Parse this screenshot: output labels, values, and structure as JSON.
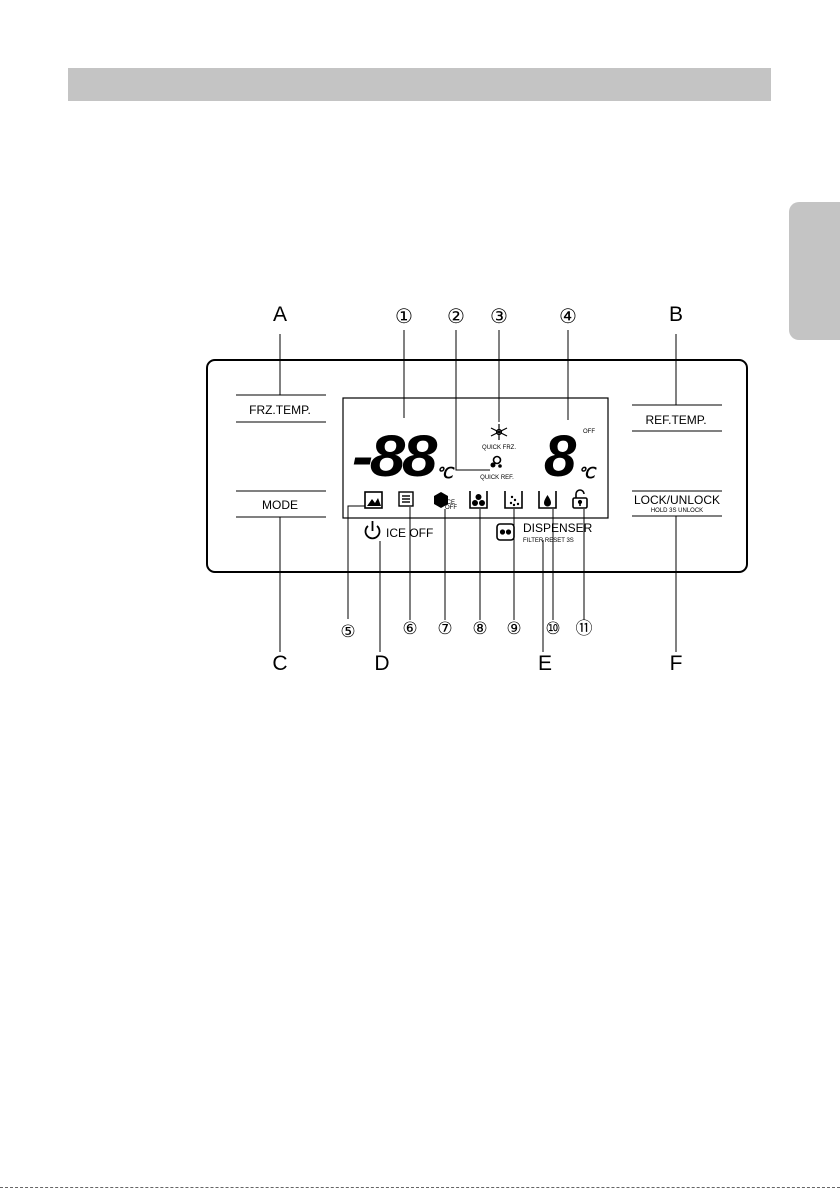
{
  "callout_letters": {
    "a": "A",
    "b": "B",
    "c": "C",
    "d": "D",
    "e": "E",
    "f": "F"
  },
  "callout_numbers": [
    "①",
    "②",
    "③",
    "④",
    "⑤",
    "⑥",
    "⑦",
    "⑧",
    "⑨",
    "⑩",
    "⑪"
  ],
  "buttons": {
    "frz_temp": "FRZ.TEMP.",
    "mode": "MODE",
    "ref_temp": "REF.TEMP.",
    "lock_unlock": "LOCK/UNLOCK",
    "lock_unlock_sub": "HOLD 3S UNLOCK"
  },
  "display": {
    "freezer_digits": "-88",
    "freezer_unit": "℃",
    "fridge_digit": "8",
    "fridge_unit": "℃",
    "fridge_off": "OFF",
    "quick_frz": "QUICK FRZ.",
    "quick_ref": "QUICK REF.",
    "ice_icon_text_1": "ICE",
    "ice_icon_text_2": "OFF",
    "ice_off_label": "ICE OFF",
    "dispenser_label": "DISPENSER",
    "filter_reset_label": "FILTER RESET 3S"
  },
  "icons": [
    "picture-icon",
    "list-icon",
    "ice-cube-off-icon",
    "ice-cubes-icon",
    "crushed-ice-icon",
    "water-drop-icon",
    "unlock-icon",
    "power-icon",
    "dispenser-icon",
    "snowflake-icon",
    "quick-ref-icon"
  ]
}
